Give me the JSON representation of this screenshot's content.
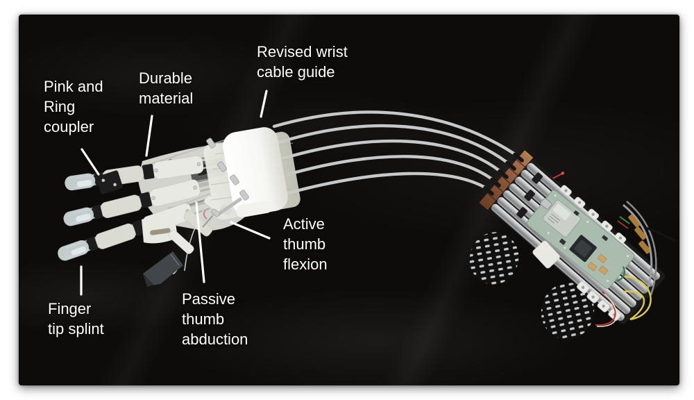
{
  "photo": {
    "alt": "Photograph of a white 3D-printed cable-driven hand exoskeleton connected by gray Bowden cables to a motorized actuation unit with a green circuit board, on black fabric"
  },
  "palette": {
    "page": "#ffffff",
    "fabric": "#0d0c0a",
    "label": "#ffffff",
    "cable": "#c6c8ca",
    "plastic": "#e8e9e2",
    "plastic-translucent": "#dadcd2",
    "joint-black": "#1d1d1d",
    "fingertip": "#ccd7d8",
    "pcb": "#a9bcae",
    "pcb-shield": "#c9cfc9",
    "copper": "#9a6040",
    "brass": "#caa84e",
    "wheel": "#111111",
    "wire-yellow": "#d8c94c",
    "wire-red": "#c0392b",
    "metal-rod": "#b9babb"
  },
  "annotations": [
    {
      "id": "pink-ring-coupler",
      "lines": [
        "Pink and",
        "Ring",
        "coupler"
      ]
    },
    {
      "id": "durable-material",
      "lines": [
        "Durable",
        "material"
      ]
    },
    {
      "id": "revised-wrist-cable-guide",
      "lines": [
        "Revised wrist",
        "cable guide"
      ]
    },
    {
      "id": "active-thumb-flexion",
      "lines": [
        "Active",
        "thumb",
        "flexion"
      ]
    },
    {
      "id": "passive-thumb-abduction",
      "lines": [
        "Passive",
        "thumb",
        "abduction"
      ]
    },
    {
      "id": "finger-tip-splint",
      "lines": [
        "Finger",
        "tip splint"
      ]
    }
  ]
}
